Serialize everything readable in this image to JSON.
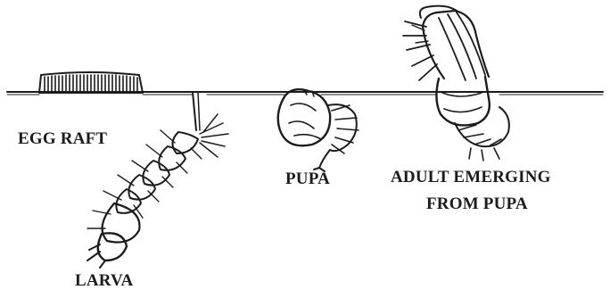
{
  "labels": {
    "egg_raft": "EGG RAFT",
    "larva": "LARVA",
    "pupa": "PUPA",
    "adult_line1": "ADULT EMERGING",
    "adult_line2": "FROM PUPA"
  },
  "colors": {
    "ink": "#1c1c1c",
    "background": "#ffffff"
  }
}
